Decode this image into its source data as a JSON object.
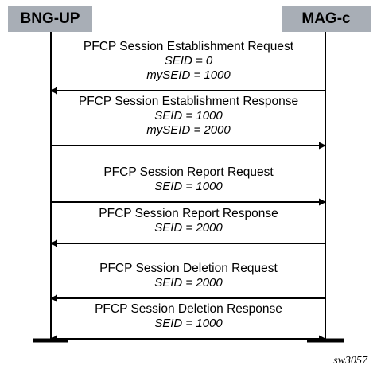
{
  "nodes": {
    "left": "BNG-UP",
    "right": "MAG-c"
  },
  "messages": [
    {
      "direction": "right-to-left",
      "title": "PFCP Session Establishment Request",
      "params": [
        "SEID = 0",
        "mySEID = 1000"
      ]
    },
    {
      "direction": "left-to-right",
      "title": "PFCP Session Establishment Response",
      "params": [
        "SEID = 1000",
        "mySEID = 2000"
      ]
    },
    {
      "direction": "left-to-right",
      "title": "PFCP Session Report Request",
      "params": [
        "SEID = 1000"
      ]
    },
    {
      "direction": "right-to-left",
      "title": "PFCP Session Report Response",
      "params": [
        "SEID = 2000"
      ]
    },
    {
      "direction": "right-to-left",
      "title": "PFCP Session Deletion Request",
      "params": [
        "SEID = 2000"
      ]
    },
    {
      "direction": "both",
      "title": "PFCP Session Deletion Response",
      "params": [
        "SEID = 1000"
      ]
    }
  ],
  "figure_id": "sw3057"
}
